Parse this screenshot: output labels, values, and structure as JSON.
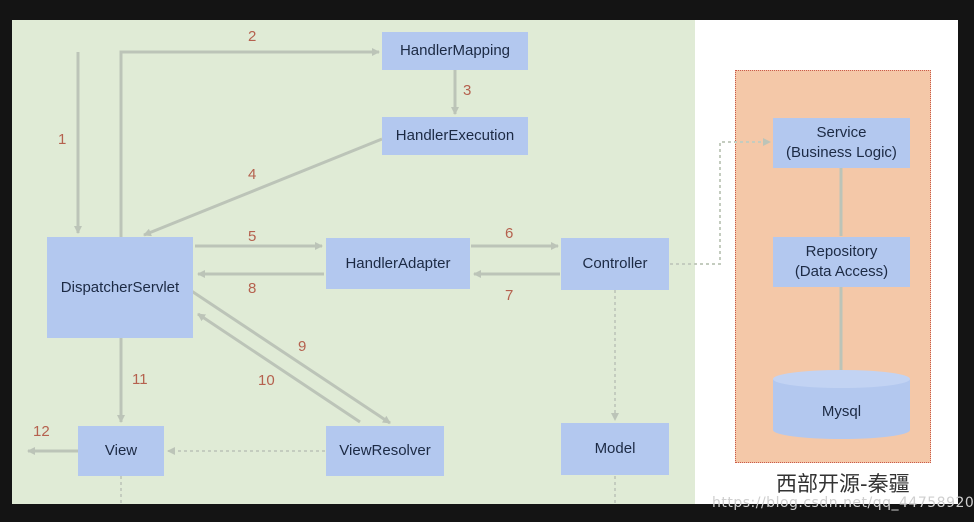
{
  "nodes": {
    "handler_mapping": "HandlerMapping",
    "handler_execution": "HandlerExecution",
    "dispatcher_servlet": "DispatcherServlet",
    "handler_adapter": "HandlerAdapter",
    "controller": "Controller",
    "view_resolver": "ViewResolver",
    "view": "View",
    "model": "Model",
    "service": "Service\n(Business Logic)",
    "repository": "Repository\n(Data Access)",
    "mysql": "Mysql"
  },
  "steps": [
    "1",
    "2",
    "3",
    "4",
    "5",
    "6",
    "7",
    "8",
    "9",
    "10",
    "11",
    "12"
  ],
  "watermark": {
    "chinese": "西部开源-秦疆",
    "url": "https://blog.csdn.net/qq_44758920"
  },
  "colors": {
    "background": "#141414",
    "panel": "#e0ebd6",
    "node": "#b3c8ef",
    "arrow": "#bcc4b8",
    "step_number": "#b5614e",
    "layer_box": "#f4c8a8"
  }
}
